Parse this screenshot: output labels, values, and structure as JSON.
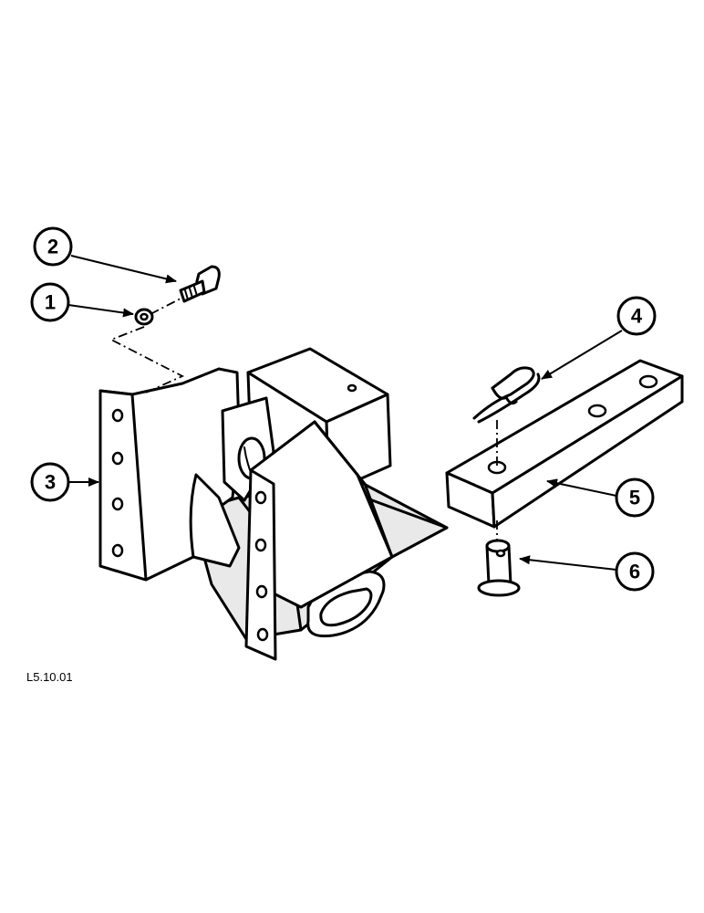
{
  "callouts": [
    {
      "id": "c1",
      "number": "1"
    },
    {
      "id": "c2",
      "number": "2"
    },
    {
      "id": "c3",
      "number": "3"
    },
    {
      "id": "c4",
      "number": "4"
    },
    {
      "id": "c5",
      "number": "5"
    },
    {
      "id": "c6",
      "number": "6"
    }
  ],
  "reference_code": "L5.10.01"
}
